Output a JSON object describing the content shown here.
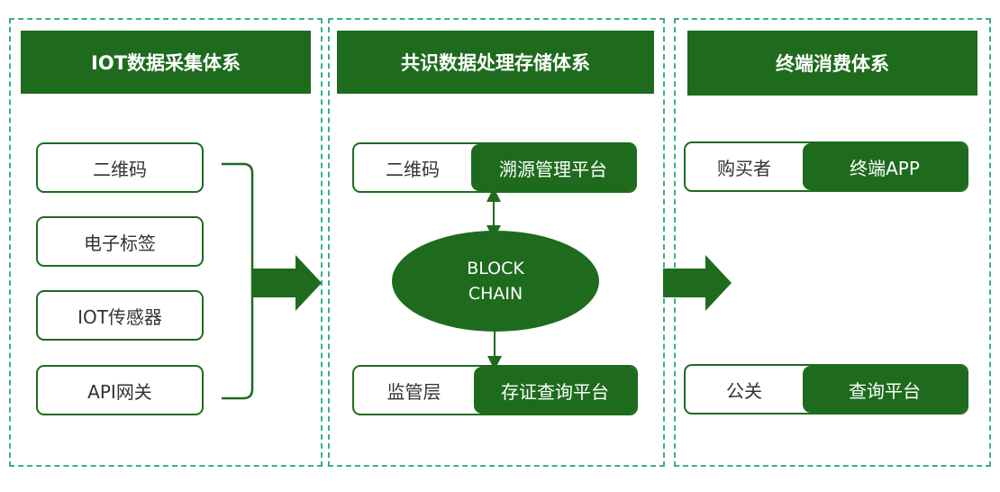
{
  "colors": {
    "accent": "#1e6b1e",
    "dashed_border": "#35b383",
    "text": "#333333",
    "on_accent": "#ffffff"
  },
  "columns": {
    "iot": {
      "title": "IOT数据采集体系",
      "items": [
        "二维码",
        "电子标签",
        "IOT传感器",
        "API网关"
      ]
    },
    "consensus": {
      "title": "共识数据处理存储体系",
      "top": {
        "left": "二维码",
        "right": "溯源管理平台"
      },
      "chain": {
        "line1": "BLOCK",
        "line2": "CHAIN"
      },
      "bottom": {
        "left": "监管层",
        "right": "存证查询平台"
      }
    },
    "terminal": {
      "title": "终端消费体系",
      "top": {
        "left": "购买者",
        "right": "终端APP"
      },
      "bottom": {
        "left": "公关",
        "right": "查询平台"
      }
    }
  }
}
